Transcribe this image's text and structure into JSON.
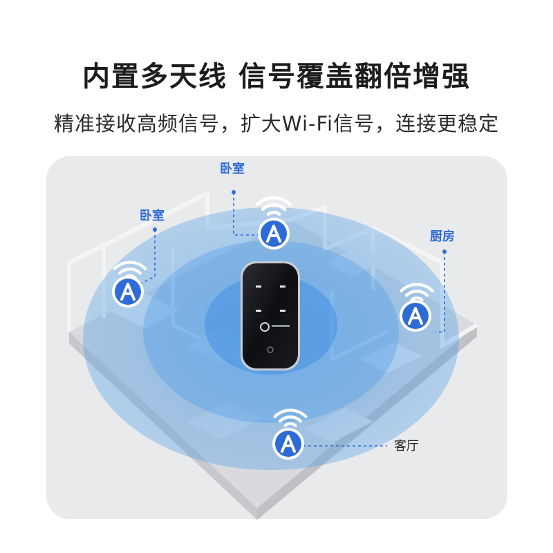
{
  "header": {
    "title": "内置多天线 信号覆盖翻倍增强",
    "subtitle": "精准接收高频信号，扩大Wi-Fi信号，连接更稳定"
  },
  "rooms": {
    "bedroom_top": "卧室",
    "bedroom_left": "卧室",
    "kitchen": "厨房",
    "living_room": "客厅"
  },
  "antenna": {
    "letter": "A",
    "icon": "wifi-signal-icon"
  },
  "colors": {
    "signal_blue": "#2e6bd6",
    "coverage_blue": "#4a9be8",
    "panel_gray": "#e9eaec",
    "device_black": "#0e0f12"
  }
}
